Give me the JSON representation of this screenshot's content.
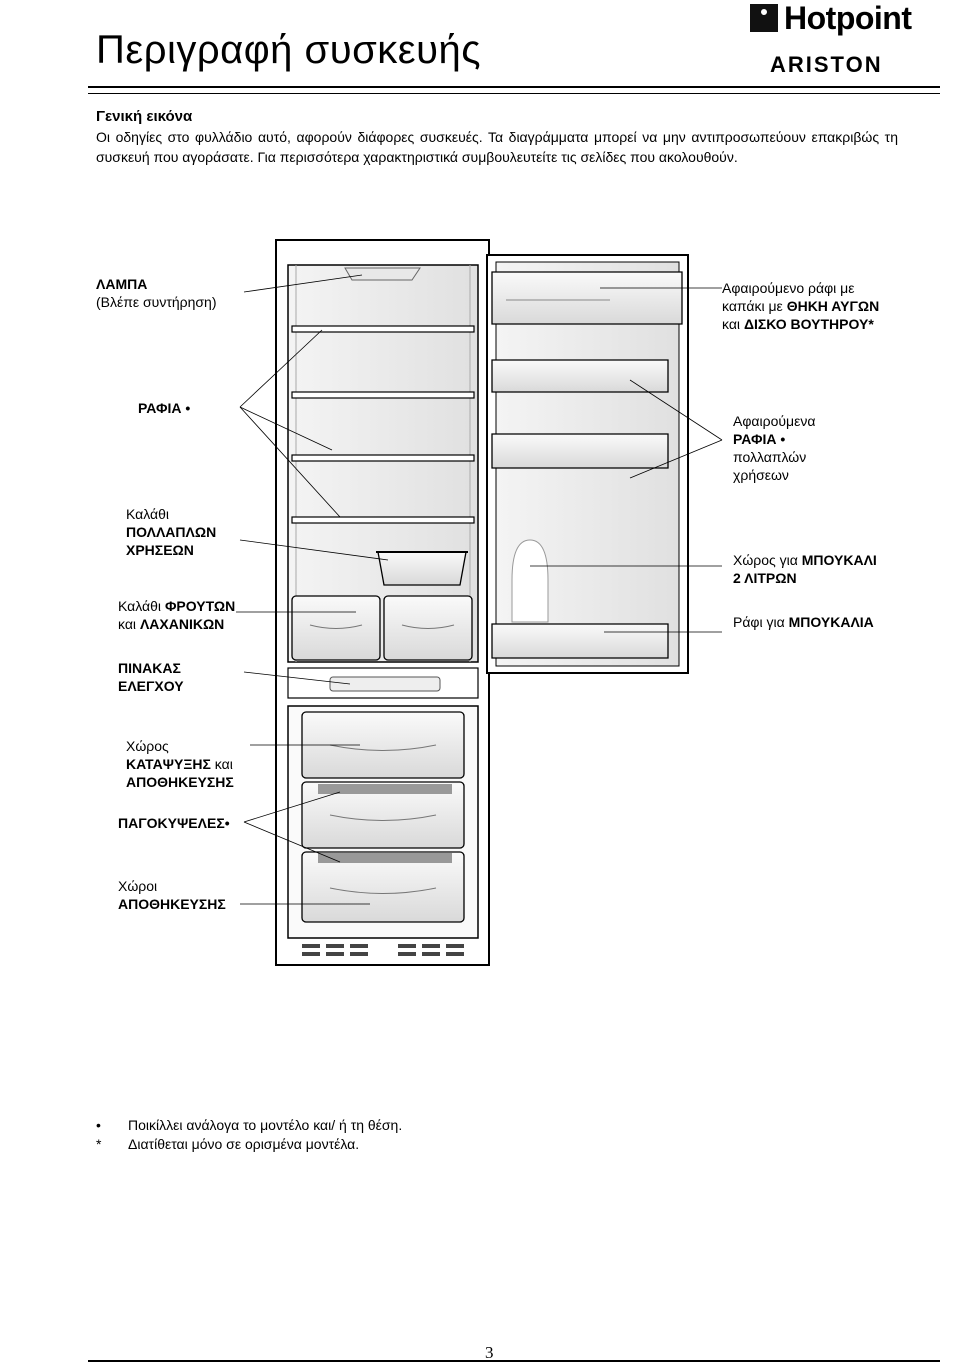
{
  "header": {
    "title": "Περιγραφή συσκευής",
    "logo_brand": "Hotpoint",
    "logo_sub": "ARISTON"
  },
  "section": {
    "heading": "Γενική εικόνα",
    "intro": "Οι οδηγίες στο φυλλάδιο αυτό, αφορούν διάφορες συσκευές. Τα διαγράμματα μπορεί να μην αντιπροσωπεύουν επακριβώς τη συσκευή που αγοράσατε. Για περισσότερα χαρακτηριστικά συμβουλευτείτε τις σελίδες που ακολουθούν."
  },
  "labels": {
    "lamp_1": "ΛΑΜΠΑ",
    "lamp_2": "(Βλέπε συντήρηση)",
    "shelves": "ΡΑΦΙΑ •",
    "basket_multi_1": "Καλάθι",
    "basket_multi_2": "ΠΟΛΛΑΠΛΩΝ",
    "basket_multi_3": "ΧΡΗΣΕΩΝ",
    "crisper_1": "Καλάθι ",
    "crisper_1b": "ΦΡΟΥΤΩΝ",
    "crisper_2": "και ",
    "crisper_2b": "ΛΑΧΑΝΙΚΩΝ",
    "panel_1": "ΠΙΝΑΚΑΣ",
    "panel_2": "ΕΛΕΓΧΟΥ",
    "freeze_1": "Χώρος",
    "freeze_2": "ΚΑΤΑΨΥΞΗΣ",
    "freeze_2b": " και",
    "freeze_3": "ΑΠΟΘΗΚΕΥΣΗΣ",
    "ice": "ΠΑΓΟΚΥΨΕΛΕΣ•",
    "storage_1": "Χώροι",
    "storage_2": "ΑΠΟΘΗΚΕΥΣΗΣ",
    "door_shelf_1": "Αφαιρούμενο ράφι με",
    "door_shelf_2": "καπάκι με ",
    "door_shelf_2b": "ΘΗΚΗ ΑΥΓΩΝ",
    "door_shelf_3": "και ",
    "door_shelf_3b": "ΔΙΣΚΟ ΒΟΥΤΗΡΟΥ*",
    "door_racks_1": "Αφαιρούμενα",
    "door_racks_2": "ΡΑΦΙΑ •",
    "door_racks_3": "πολλαπλών",
    "door_racks_4": "χρήσεων",
    "bottle_space_1": "Χώρος για ",
    "bottle_space_1b": "ΜΠΟΥΚΑΛΙ",
    "bottle_space_2": "2 ΛΙΤΡΩΝ",
    "bottle_shelf_1": "Ράφι για ",
    "bottle_shelf_1b": "ΜΠΟΥΚΑΛΙΑ"
  },
  "notes": [
    {
      "mark": "•",
      "text": "Ποικίλλει ανάλογα το μοντέλο και/ ή τη θέση."
    },
    {
      "mark": "*",
      "text": "Διατίθεται μόνο σε ορισμένα μοντέλα."
    }
  ],
  "page_number": "3"
}
